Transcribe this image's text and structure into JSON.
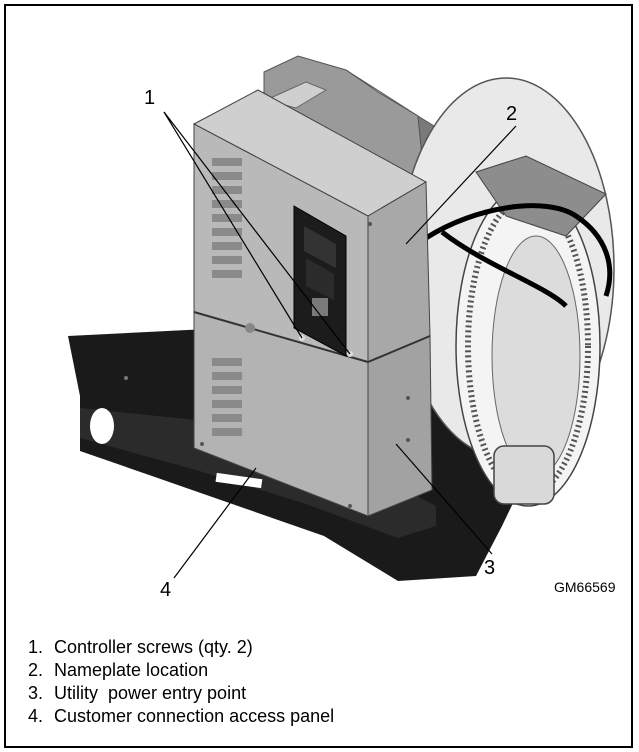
{
  "figure": {
    "callouts": [
      {
        "number": "1"
      },
      {
        "number": "2"
      },
      {
        "number": "3"
      },
      {
        "number": "4"
      }
    ],
    "figure_id": "GM66569"
  },
  "legend": {
    "items": [
      {
        "number": "1.",
        "text": "Controller screws (qty. 2)"
      },
      {
        "number": "2.",
        "text": "Nameplate location"
      },
      {
        "number": "3.",
        "text": "Utility  power entry point"
      },
      {
        "number": "4.",
        "text": "Customer connection access panel"
      }
    ]
  }
}
